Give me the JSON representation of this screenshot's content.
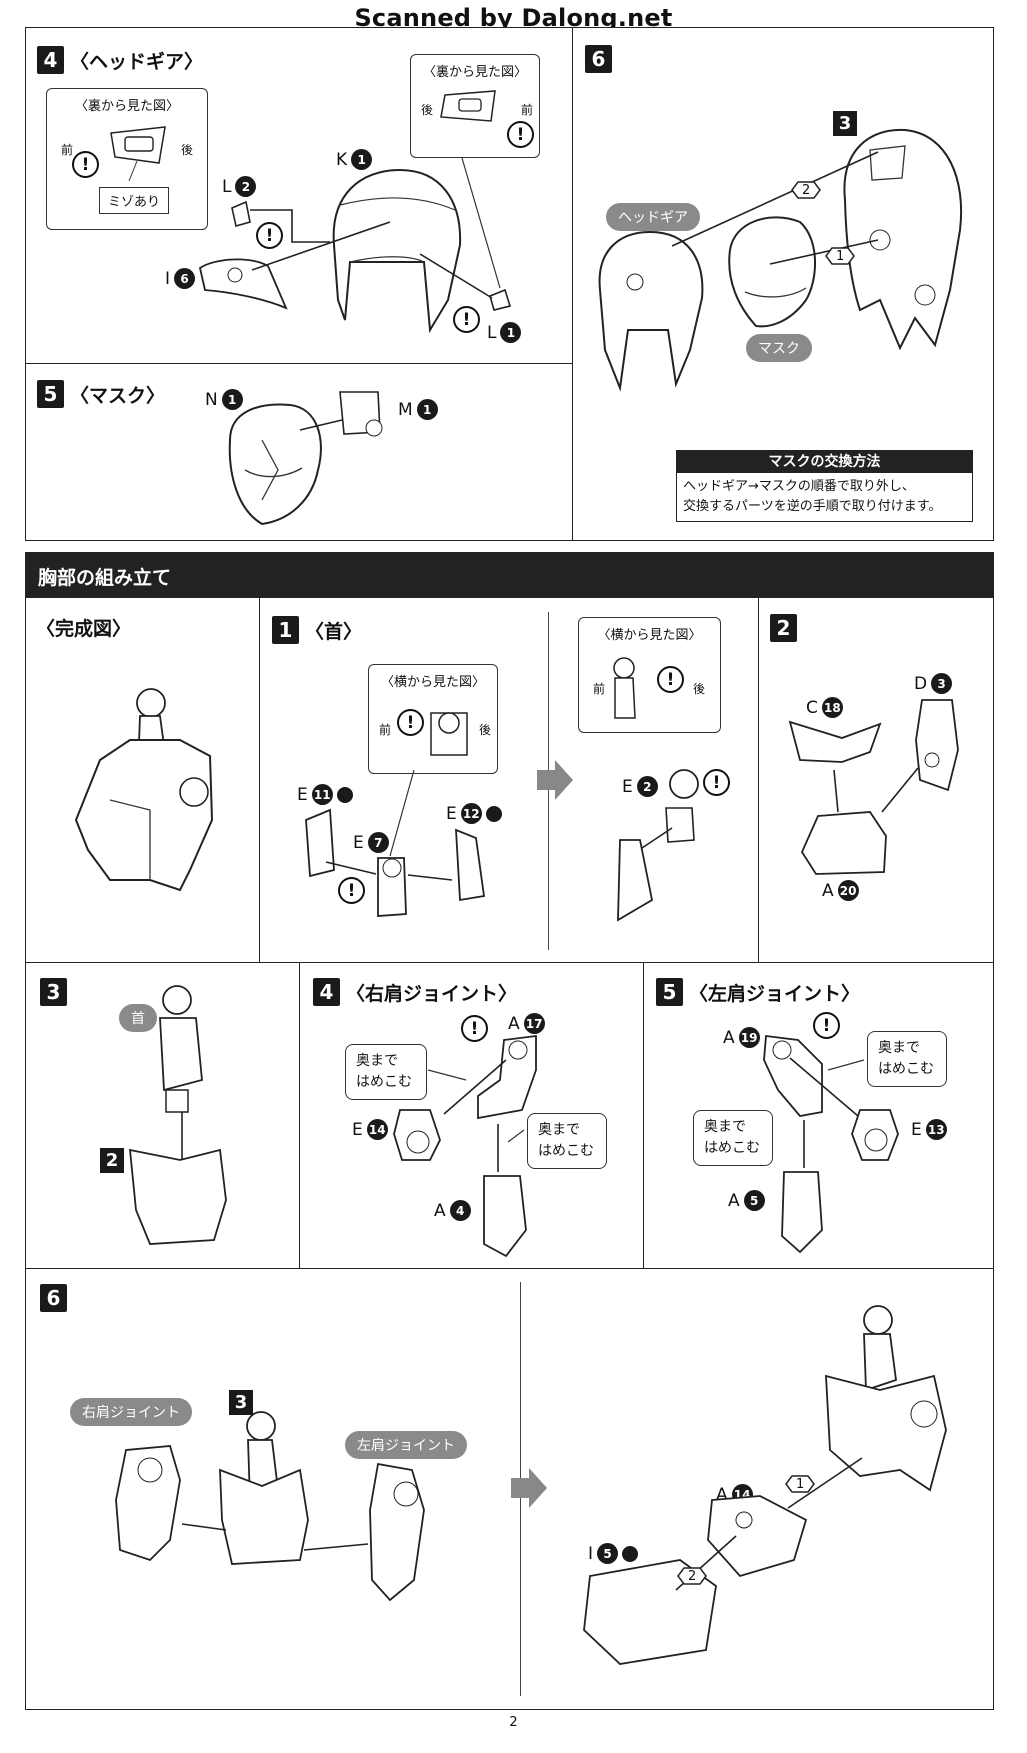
{
  "header": {
    "scan_credit": "Scanned by Dalong.net"
  },
  "section_head": {
    "step4": {
      "num": "4",
      "title": "〈ヘッドギア〉"
    },
    "step5": {
      "num": "5",
      "title": "〈マスク〉"
    },
    "step6": {
      "num": "6"
    },
    "callout_back_left": {
      "title": "〈裏から見た図〉",
      "front": "前",
      "back": "後",
      "groove": "ミゾあり"
    },
    "callout_back_right": {
      "title": "〈裏から見た図〉",
      "back": "後",
      "front": "前"
    },
    "parts": {
      "K": "K",
      "K_num": "1",
      "L_top": "L",
      "L_top_num": "2",
      "I": "I",
      "I_num": "6",
      "L_bottom": "L",
      "L_bottom_num": "1",
      "N": "N",
      "N_num": "1",
      "M": "M",
      "M_num": "1",
      "part3_num": "3"
    },
    "pills": {
      "headgear": "ヘッドギア",
      "mask": "マスク"
    },
    "order": {
      "one": "1",
      "two": "2"
    },
    "mask_swap": {
      "title": "マスクの交換方法",
      "line1": "ヘッドギア→マスクの順番で取り外し、",
      "line2": "交換するパーツを逆の手順で取り付けます。"
    }
  },
  "chest": {
    "section_title": "胸部の組み立て",
    "complete_title": "〈完成図〉",
    "step1": {
      "num": "1",
      "title": "〈首〉",
      "callout_title": "〈横から見た図〉",
      "front": "前",
      "back": "後",
      "E11": "E",
      "E11_num": "11",
      "E12": "E",
      "E12_num": "12",
      "E7": "E",
      "E7_num": "7"
    },
    "step1b": {
      "callout_title": "〈横から見た図〉",
      "front": "前",
      "back": "後",
      "E2": "E",
      "E2_num": "2"
    },
    "step2": {
      "num": "2",
      "C": "C",
      "C_num": "18",
      "D": "D",
      "D_num": "3",
      "A": "A",
      "A_num": "20"
    },
    "step3": {
      "num": "3",
      "neck_pill": "首",
      "part2_num": "2"
    },
    "step4": {
      "num": "4",
      "title": "〈右肩ジョイント〉",
      "A17": "A",
      "A17_num": "17",
      "E14": "E",
      "E14_num": "14",
      "A4": "A",
      "A4_num": "4",
      "note1_l1": "奥まで",
      "note1_l2": "はめこむ",
      "note2_l1": "奥まで",
      "note2_l2": "はめこむ"
    },
    "step5": {
      "num": "5",
      "title": "〈左肩ジョイント〉",
      "A19": "A",
      "A19_num": "19",
      "E13": "E",
      "E13_num": "13",
      "A5": "A",
      "A5_num": "5",
      "note1_l1": "奥まで",
      "note1_l2": "はめこむ",
      "note2_l1": "奥まで",
      "note2_l2": "はめこむ"
    },
    "step6": {
      "num": "6",
      "right_joint": "右肩ジョイント",
      "left_joint": "左肩ジョイント",
      "part3_num": "3",
      "A": "A",
      "A_num": "14",
      "I": "I",
      "I_num": "5",
      "one": "1",
      "two": "2"
    }
  },
  "footer": {
    "page": "2"
  }
}
